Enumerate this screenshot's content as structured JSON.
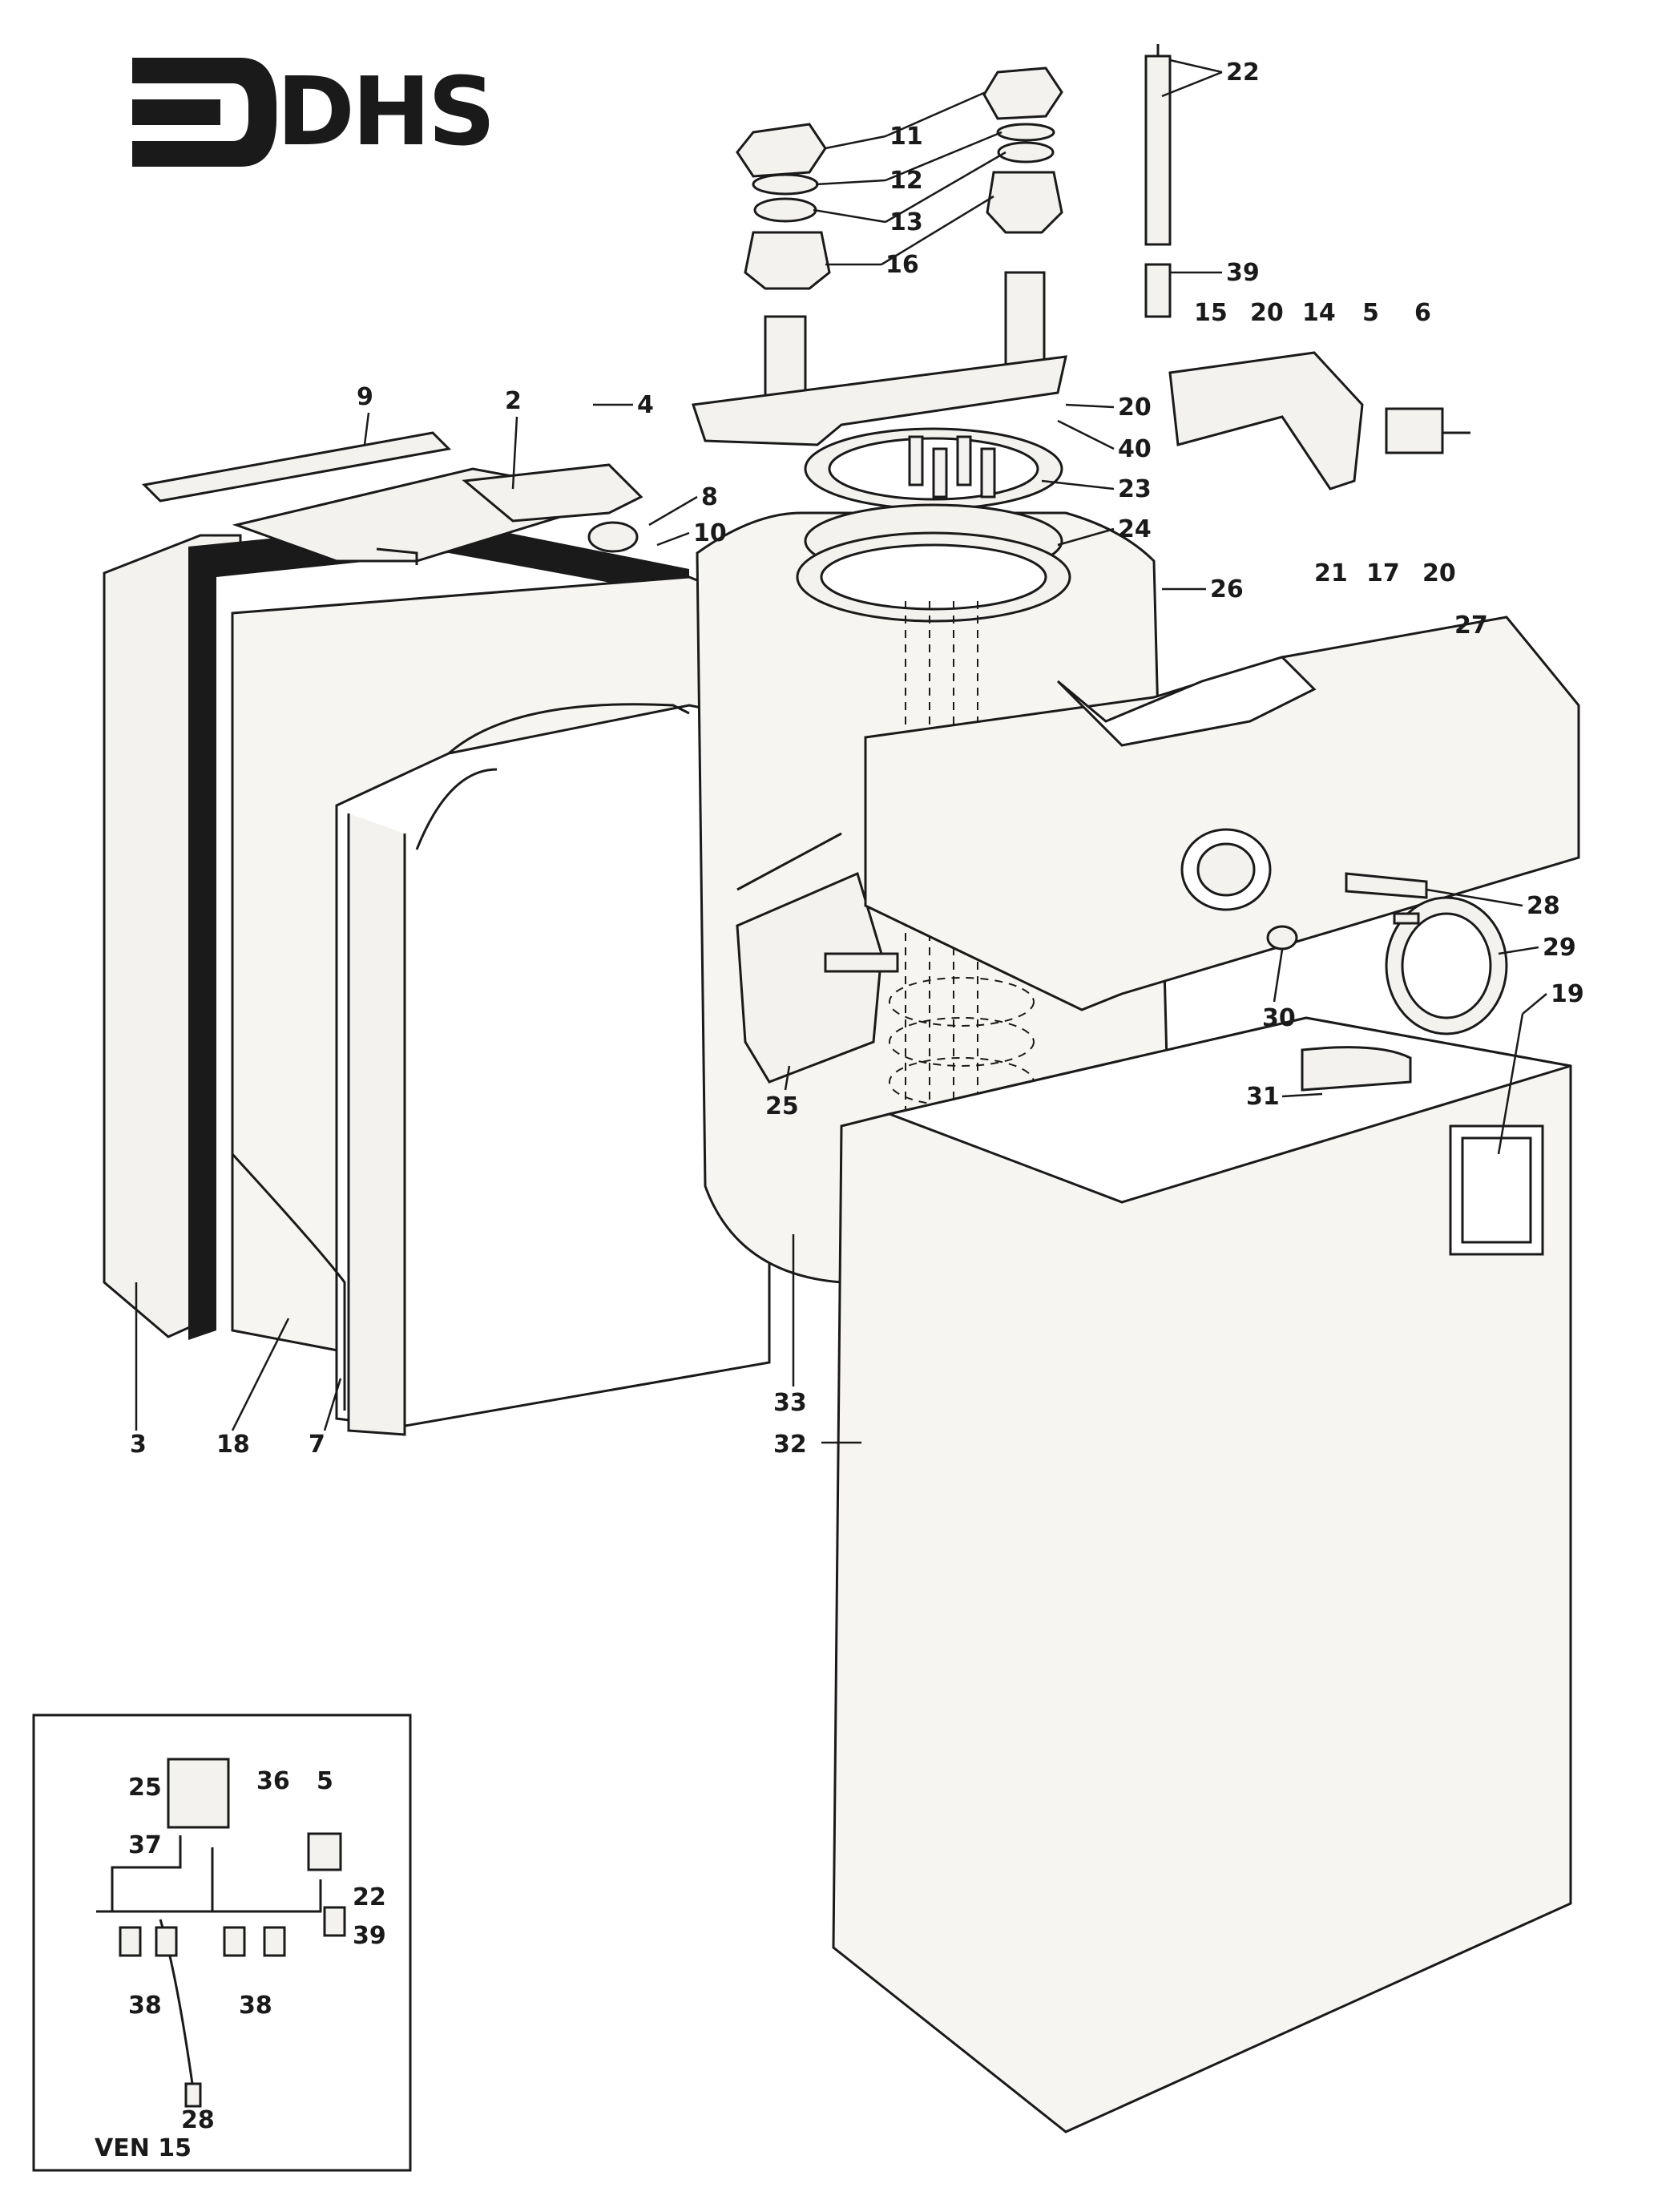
{
  "logo": {
    "text": "DHS"
  },
  "callouts": {
    "c2": "2",
    "c3": "3",
    "c4": "4",
    "c5": "5",
    "c6": "6",
    "c7": "7",
    "c8": "8",
    "c9": "9",
    "c10": "10",
    "c11": "11",
    "c12": "12",
    "c13": "13",
    "c14": "14",
    "c15": "15",
    "c16": "16",
    "c17": "17",
    "c18": "18",
    "c19": "19",
    "c20a": "20",
    "c20b": "20",
    "c20c": "20",
    "c21": "21",
    "c22": "22",
    "c23": "23",
    "c24": "24",
    "c25": "25",
    "c26": "26",
    "c27": "27",
    "c28": "28",
    "c29": "29",
    "c30": "30",
    "c31": "31",
    "c32": "32",
    "c33": "33",
    "c39": "39",
    "c40": "40"
  },
  "inset": {
    "caption": "VEN 15",
    "callouts": {
      "i25": "25",
      "i36": "36",
      "i5": "5",
      "i37": "37",
      "i22": "22",
      "i39": "39",
      "i38a": "38",
      "i38b": "38",
      "i28": "28"
    }
  },
  "colors": {
    "ink": "#1a1a1a",
    "paper": "#ffffff",
    "panel": "#f4f2ef"
  }
}
